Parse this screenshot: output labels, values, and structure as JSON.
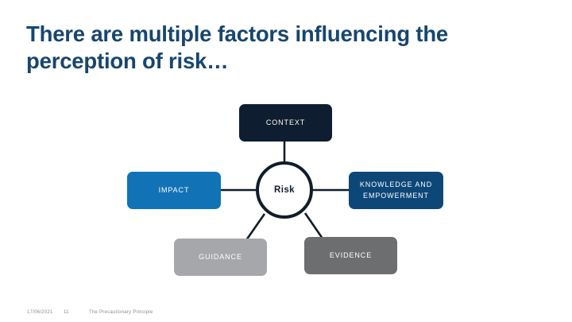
{
  "slide": {
    "title": "There are multiple factors influencing the\nperception of risk…",
    "title_color": "#17466f",
    "background_color": "#ffffff"
  },
  "diagram": {
    "type": "hub-and-spoke",
    "hub": {
      "label": "Risk",
      "fill": "#ffffff",
      "border_color": "#111d2b"
    },
    "nodes": [
      {
        "id": "context",
        "label": "CONTEXT",
        "fill": "#0e1d2f",
        "text_color": "#ffffff",
        "position": "top"
      },
      {
        "id": "impact",
        "label": "IMPACT",
        "fill": "#1272b6",
        "text_color": "#ffffff",
        "position": "left"
      },
      {
        "id": "knowledge",
        "label": "KNOWLEDGE AND EMPOWERMENT",
        "fill": "#0d4778",
        "text_color": "#ffffff",
        "position": "right"
      },
      {
        "id": "guidance",
        "label": "GUIDANCE",
        "fill": "#a5a7aa",
        "text_color": "#ffffff",
        "position": "bottom-left"
      },
      {
        "id": "evidence",
        "label": "EVIDENCE",
        "fill": "#6d6e70",
        "text_color": "#ffffff",
        "position": "bottom-right"
      }
    ],
    "connector_color": "#111d2b"
  },
  "footer": {
    "date": "17/06/2021",
    "page_number": "11",
    "subject": "The Precautionary Principle"
  }
}
